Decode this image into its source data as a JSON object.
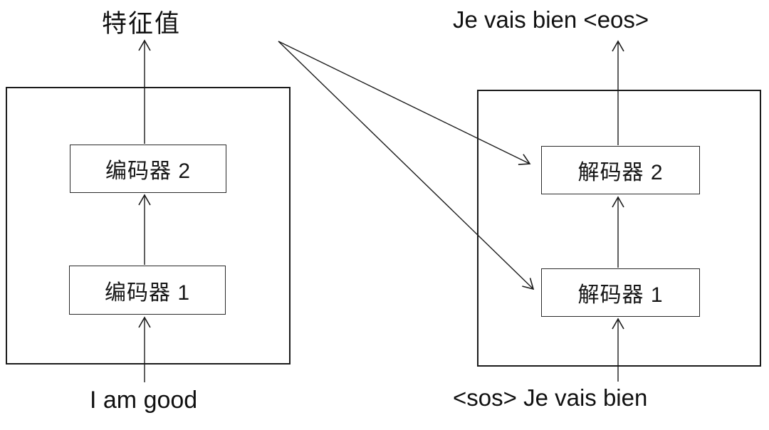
{
  "encoder": {
    "output_label": "特征值",
    "input_label": "I am good",
    "layers": [
      {
        "label": "编码器 1"
      },
      {
        "label": "编码器 2"
      }
    ]
  },
  "decoder": {
    "output_label": "Je vais bien <eos>",
    "input_label": "<sos> Je vais bien",
    "layers": [
      {
        "label": "解码器 1"
      },
      {
        "label": "解码器 2"
      }
    ]
  },
  "colors": {
    "ink": "#1b1b1b",
    "background": "#ffffff"
  }
}
